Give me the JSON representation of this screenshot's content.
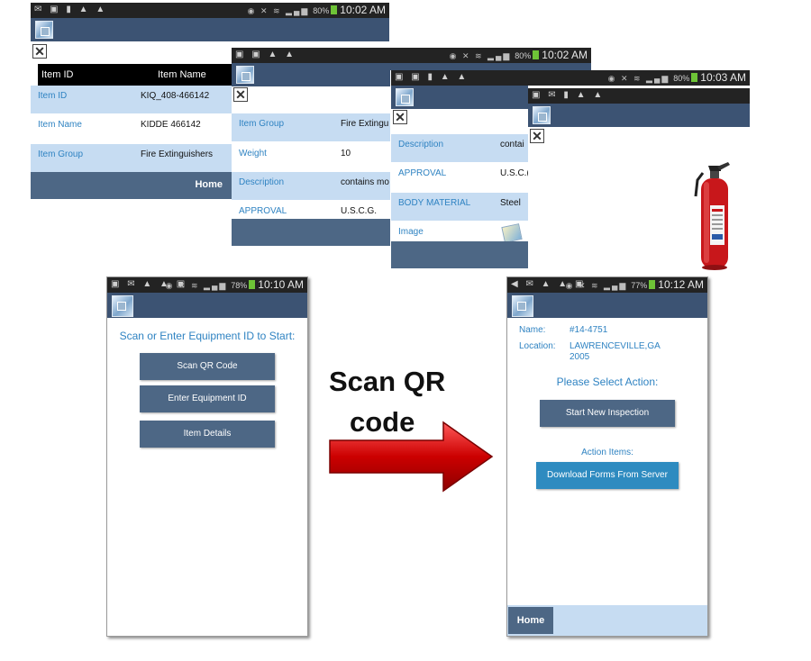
{
  "screens": {
    "item_details": {
      "time": "10:02 AM",
      "header": {
        "item_id": "Item ID",
        "item_name": "Item Name"
      },
      "rows": [
        {
          "key": "Item ID",
          "value": "KIQ_408-466142"
        },
        {
          "key": "Item Name",
          "value": "KIDDE 466142"
        },
        {
          "key": "Item Group",
          "value": "Fire Extinguishers"
        }
      ],
      "home": "Home"
    },
    "item_details_2": {
      "time": "10:02 AM",
      "rows": [
        {
          "key": "Item Group",
          "value": "Fire Extingu"
        },
        {
          "key": "Weight",
          "value": "10"
        },
        {
          "key": "Description",
          "value": "contains mo"
        },
        {
          "key": "APPROVAL",
          "value": "U.S.C.G."
        }
      ]
    },
    "item_details_3": {
      "time": "10:03 AM",
      "rows": [
        {
          "key": "Description",
          "value": "contai"
        },
        {
          "key": "APPROVAL",
          "value": "U.S.C.("
        },
        {
          "key": "BODY MATERIAL",
          "value": "Steel"
        },
        {
          "key": "Image",
          "value": ""
        }
      ]
    },
    "scan_screen": {
      "time": "10:10 AM",
      "battery": "78%",
      "prompt": "Scan or Enter Equipment ID to Start:",
      "buttons": {
        "scan": "Scan QR Code",
        "enter": "Enter Equipment ID",
        "details": "Item Details"
      }
    },
    "action_screen": {
      "time": "10:12 AM",
      "battery": "77%",
      "name_label": "Name:",
      "name_value": "#14-4751",
      "location_label": "Location:",
      "location_line1": "LAWRENCEVILLE,GA",
      "location_line2": "2005",
      "select_action": "Please Select Action:",
      "start_inspection": "Start New Inspection",
      "action_items": "Action Items:",
      "download_forms": "Download Forms From Server",
      "home": "Home"
    }
  },
  "battery_percent": "80%",
  "callout": {
    "line1": "Scan QR",
    "line2": "code"
  },
  "colors": {
    "appbar": "#3c5373",
    "button": "#4d6785",
    "row_blue": "#c6dcf2",
    "accent_text": "#2f83c2",
    "download_button": "#2e8bc0",
    "arrow": "#c00000"
  }
}
